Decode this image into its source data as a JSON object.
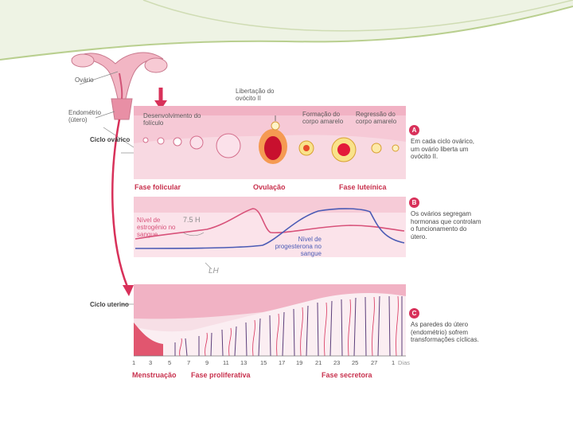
{
  "labels": {
    "ovary": "Ovário",
    "endometrium": "Endométrio (útero)",
    "ovarian_cycle": "Ciclo ovárico",
    "uterine_cycle": "Ciclo uterino",
    "follicle_dev": "Desenvolvimento do folículo",
    "oocyte_release": "Libertação do ovócito II",
    "corpus_formation": "Formação do corpo amarelo",
    "corpus_regression": "Regressão do corpo amarelo",
    "estrogen": "Nível de estrogénio no sangue",
    "progesterone": "Nível de progesterona no sangue",
    "handwritten_1": "7.5 H",
    "handwritten_2": "LH",
    "days_unit": "Dias"
  },
  "phases": {
    "follicular": "Fase folicular",
    "ovulation": "Ovulação",
    "luteal": "Fase luteínica",
    "menstruation": "Menstruação",
    "proliferative": "Fase proliferativa",
    "secretory": "Fase secretora"
  },
  "panels": [
    {
      "badge": "A",
      "text": "Em cada ciclo ovárico, um ovário liberta um ovócito II."
    },
    {
      "badge": "B",
      "text": "Os ovários segregam hormonas que controlam o funcionamento do útero."
    },
    {
      "badge": "C",
      "text": "As paredes do útero (endométrio) sofrem transformações cíclicas."
    }
  ],
  "days": [
    "1",
    "3",
    "5",
    "7",
    "9",
    "11",
    "13",
    "15",
    "17",
    "19",
    "21",
    "23",
    "25",
    "27",
    "1"
  ],
  "colors": {
    "pink_bg": "#f6c9d6",
    "estrogen": "#d8527a",
    "progesterone": "#4b5bb5",
    "accent": "#d8315a",
    "slide_green": "#dfe9c9"
  }
}
